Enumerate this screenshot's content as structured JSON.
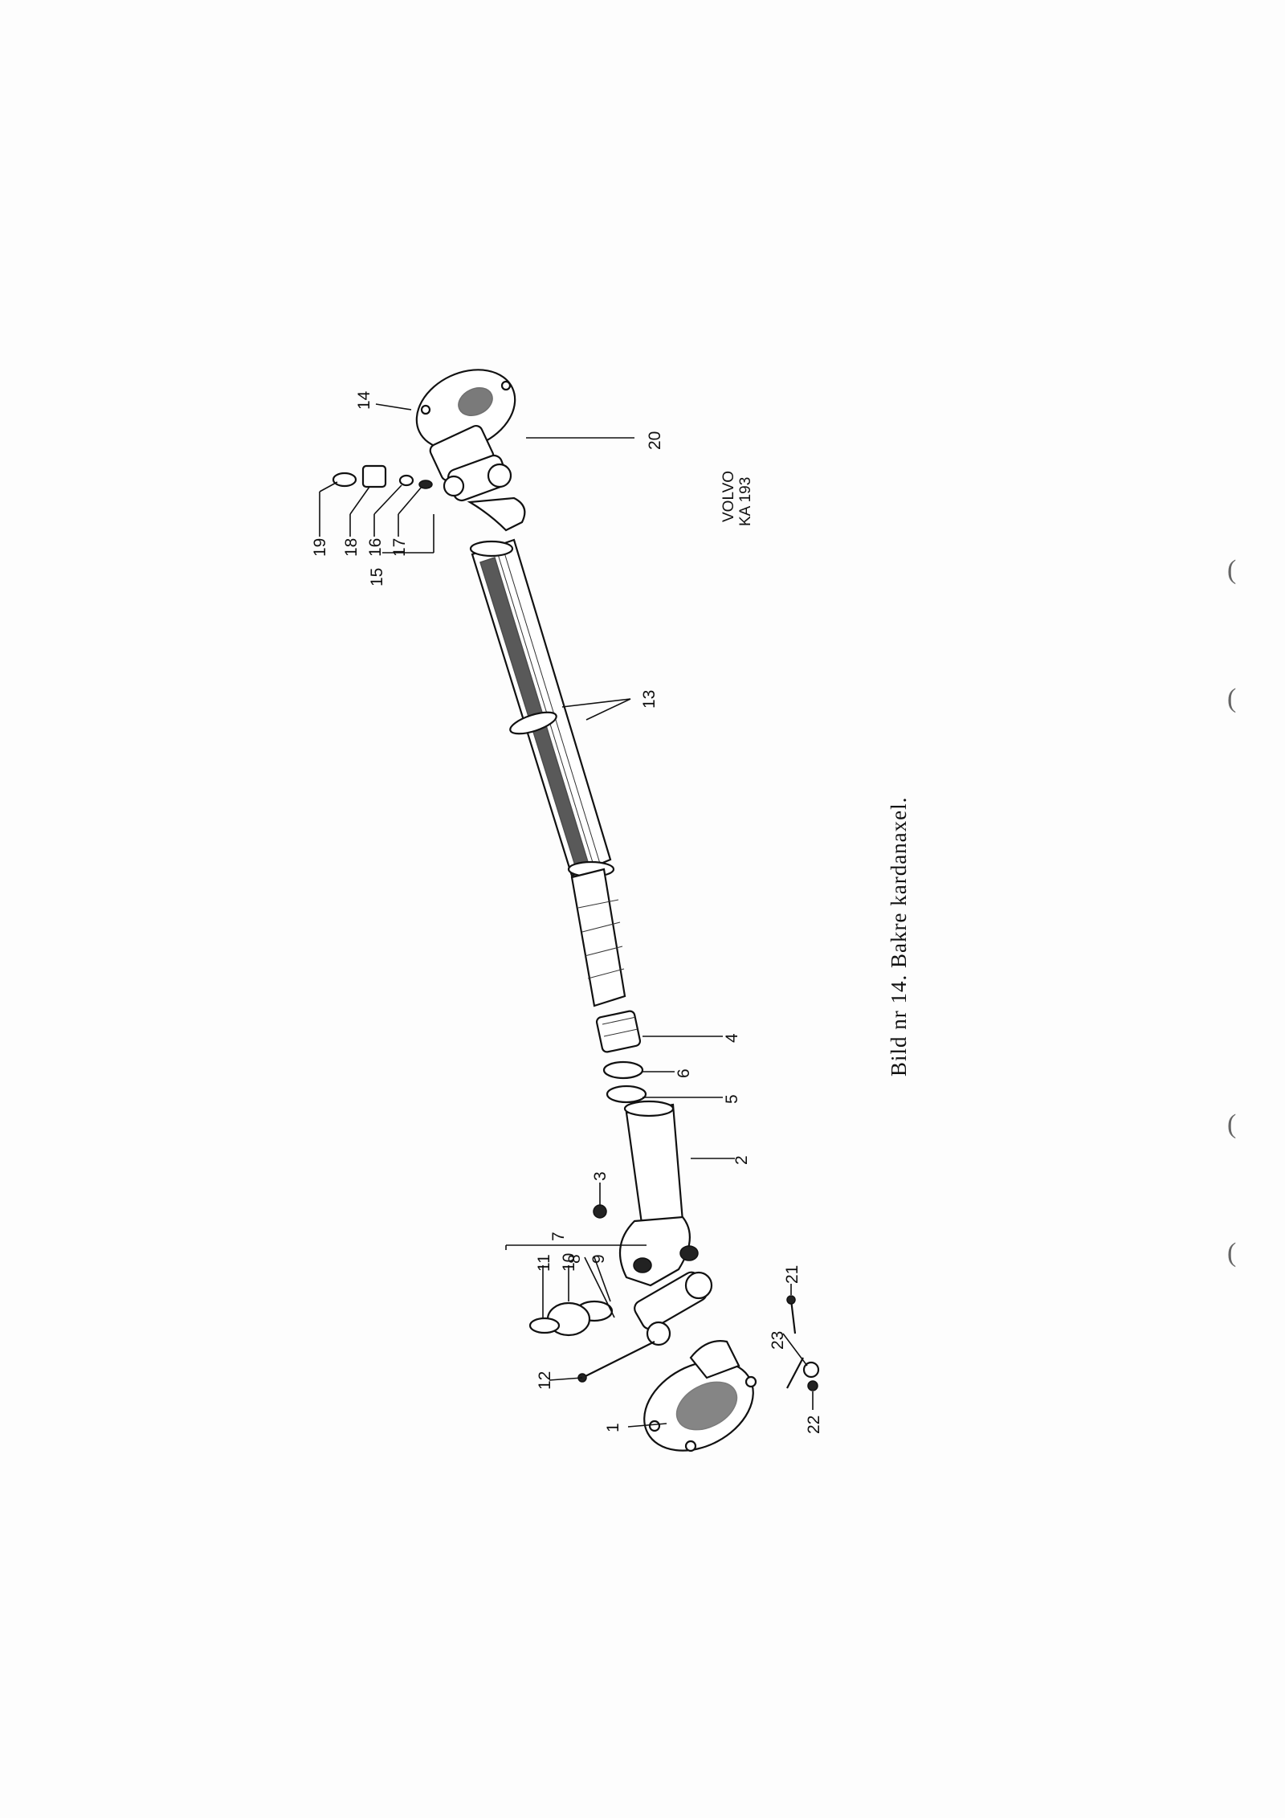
{
  "figure": {
    "caption": "Bild nr 14.  Bakre kardanaxel.",
    "stamp_line1": "VOLVO",
    "stamp_line2": "KA 193"
  },
  "callouts": {
    "n1": "1",
    "n2": "2",
    "n3": "3",
    "n4": "4",
    "n5": "5",
    "n6": "6",
    "n7": "7",
    "n8": "8",
    "n9": "9",
    "n10": "10",
    "n11": "11",
    "n12": "12",
    "n13": "13",
    "n14": "14",
    "n15": "15",
    "n16": "16",
    "n17": "17",
    "n18": "18",
    "n19": "19",
    "n20": "20",
    "n21": "21",
    "n22": "22",
    "n23": "23"
  },
  "margin_marks": [
    "(",
    "(",
    "(",
    "("
  ]
}
